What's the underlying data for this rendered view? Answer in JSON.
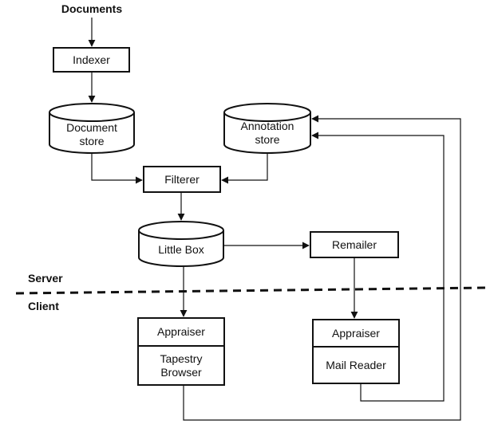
{
  "nodes": {
    "documents": "Documents",
    "indexer": "Indexer",
    "document_store": [
      "Document",
      "store"
    ],
    "annotation_store": [
      "Annotation",
      "store"
    ],
    "filterer": "Filterer",
    "little_box": "Little Box",
    "remailer": "Remailer",
    "appraiser_left": "Appraiser",
    "tapestry_browser": [
      "Tapestry",
      "Browser"
    ],
    "appraiser_right": "Appraiser",
    "mail_reader": "Mail Reader"
  },
  "regions": {
    "server": "Server",
    "client": "Client"
  }
}
